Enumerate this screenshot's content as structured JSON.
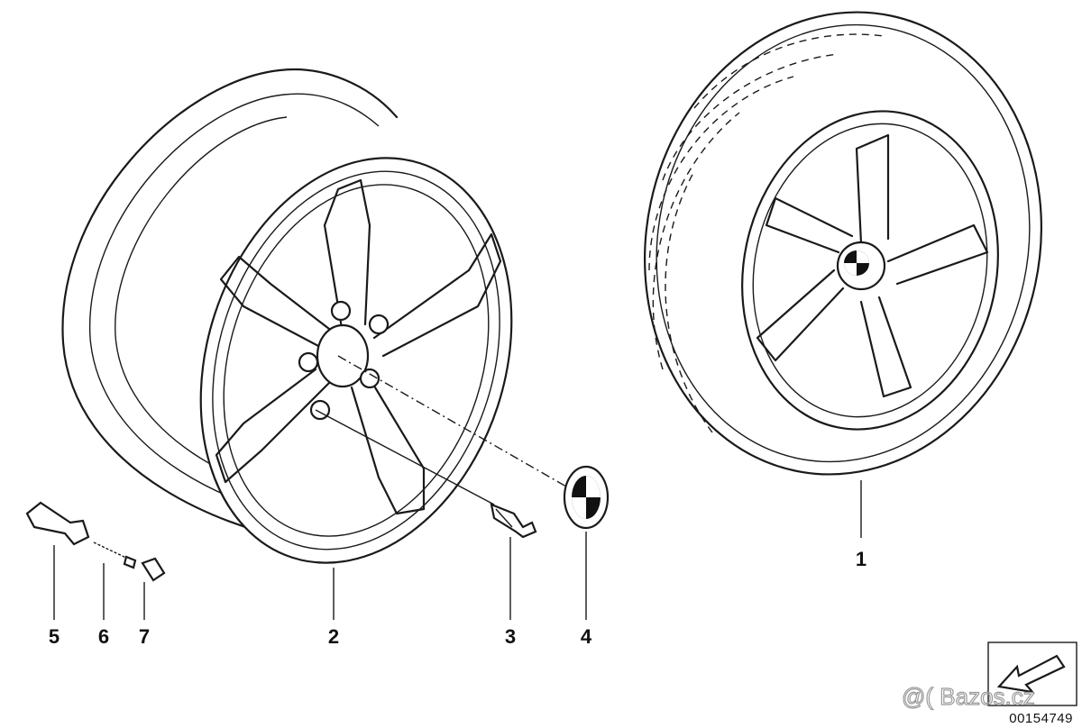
{
  "callouts": [
    {
      "id": "1",
      "label": "1"
    },
    {
      "id": "2",
      "label": "2"
    },
    {
      "id": "3",
      "label": "3"
    },
    {
      "id": "4",
      "label": "4"
    },
    {
      "id": "5",
      "label": "5"
    },
    {
      "id": "6",
      "label": "6"
    },
    {
      "id": "7",
      "label": "7"
    }
  ],
  "part_number": "00154749",
  "watermark": "@( Bazos.cz"
}
